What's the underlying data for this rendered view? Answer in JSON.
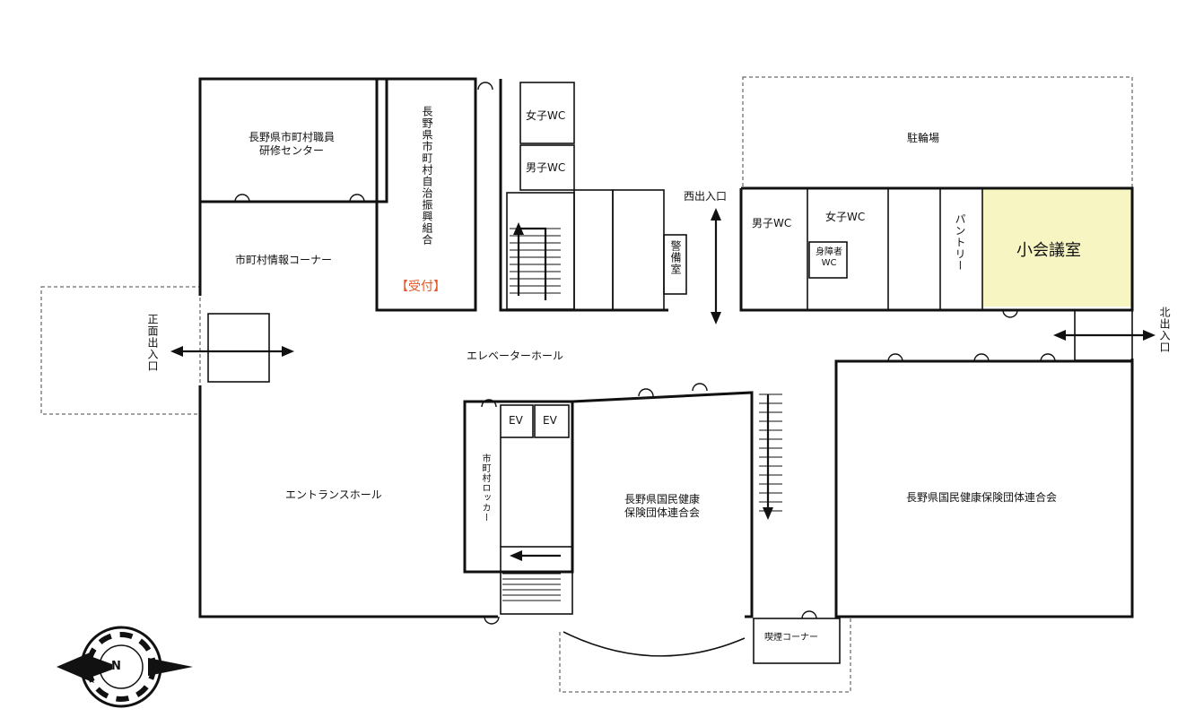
{
  "colors": {
    "highlight": "#f7f6c2",
    "reception": "#e2582a",
    "walls": "#111111"
  },
  "rooms": {
    "training_center": "長野県市町村職員\n研修センター",
    "autonomy_association": "長野県市町村自治振興組合",
    "reception": "【受付】",
    "info_corner": "市町村情報コーナー",
    "womens_wc_upper": "女子WC",
    "mens_wc_upper": "男子WC",
    "bicycle_parking": "駐輪場",
    "west_entrance": "西出入口",
    "mens_wc_lower": "男子WC",
    "womens_wc_lower": "女子WC",
    "accessible_wc": "身障者\nWC",
    "pantry": "パントリー",
    "small_meeting_room": "小会議室",
    "guard_room": "警備室",
    "front_entrance": "正面出入口",
    "north_entrance": "北出入口",
    "elevator_hall": "エレベーターホール",
    "entrance_hall": "エントランスホール",
    "ev1": "EV",
    "ev2": "EV",
    "lockers": "市町村ロッカー",
    "health_insurance_small": "長野県国民健康\n保険団体連合会",
    "health_insurance_large": "長野県国民健康保険団体連合会",
    "smoking_corner": "喫煙コーナー"
  },
  "compass": {
    "north_label": "N",
    "compass_icon": "compass-north-icon"
  }
}
